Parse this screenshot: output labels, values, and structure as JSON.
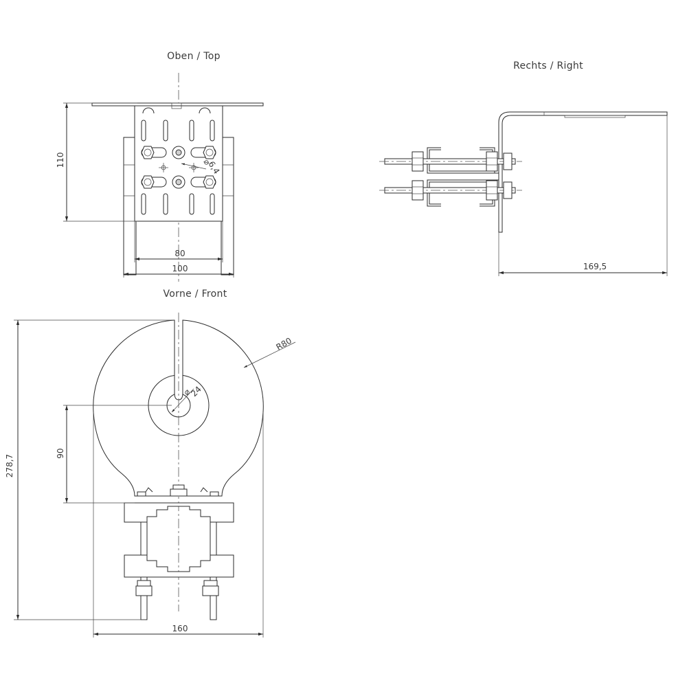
{
  "views": {
    "top": {
      "title": "Oben  /  Top",
      "dim_height": "110",
      "dim_inner_width": "80",
      "dim_outer_width": "100",
      "dim_hole": "6,4"
    },
    "right": {
      "title": "Rechts  /  Right",
      "dim_length": "169,5"
    },
    "front": {
      "title": "Vorne  /  Front",
      "dim_total_height": "278,7",
      "dim_center_height": "90",
      "dim_width": "160",
      "dim_radius": "R80",
      "dim_hole": "24"
    }
  },
  "diameter_symbol": "⌀"
}
